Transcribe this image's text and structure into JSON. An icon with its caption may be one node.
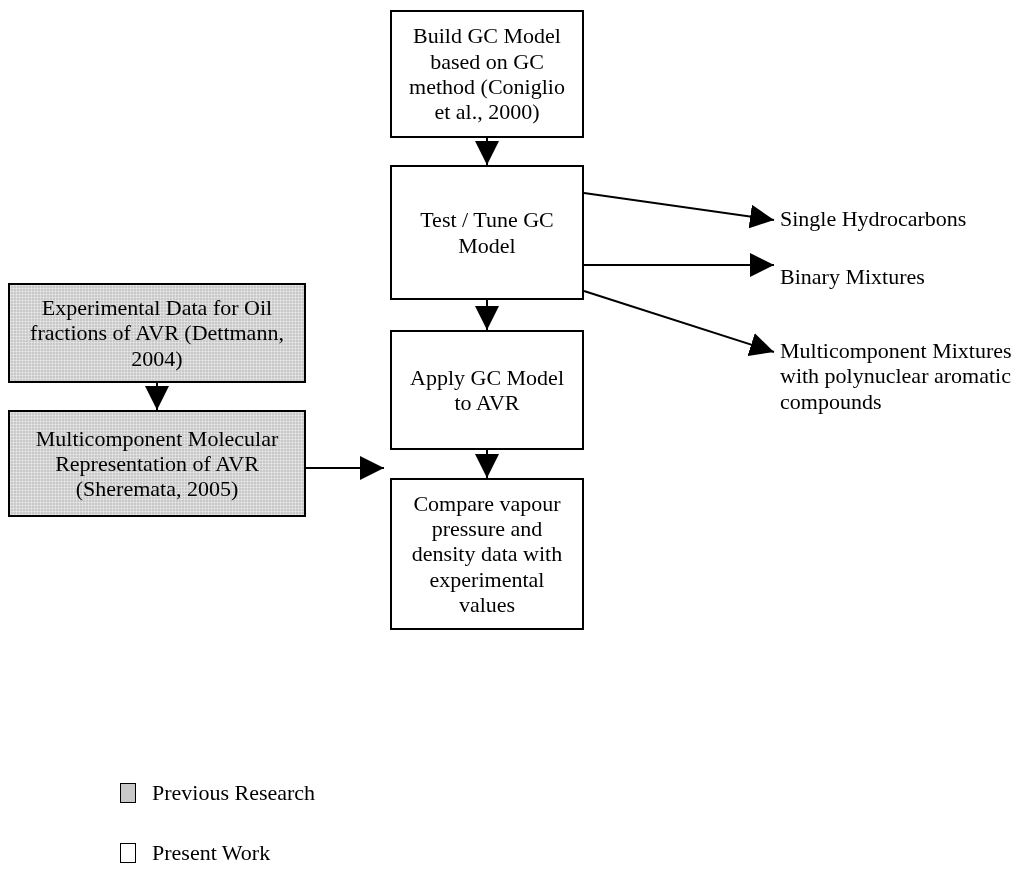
{
  "diagram": {
    "nodes": [
      {
        "text": [
          "Build GC Model based on GC method (Coniglio et al., 2000)"
        ]
      },
      {
        "text": [
          "Test / Tune GC Model"
        ]
      },
      {
        "text": [
          "Single Hydrocarbons"
        ]
      },
      {
        "text": [
          "Binary Mixtures"
        ]
      },
      {
        "text": [
          "Multicomponent Mixtures with polynuclear aromatic compounds"
        ]
      },
      {
        "text": [
          "Experimental Data for Oil fractions of AVR (Dettmann, 2004)"
        ]
      },
      {
        "text": [
          "Multicomponent Molecular Representation of AVR (Sheremata, 2005)"
        ]
      },
      {
        "text": [
          "Apply GC Model to AVR"
        ]
      },
      {
        "text": [
          "Compare vapour pressure and density data with experimental values"
        ]
      }
    ],
    "edges": [
      {
        "from": 0,
        "to": 1,
        "arrow": "to"
      },
      {
        "from": 1,
        "to": 2,
        "arrow": "to"
      },
      {
        "from": 1,
        "to": 3,
        "arrow": "to"
      },
      {
        "from": 1,
        "to": 4,
        "arrow": "to"
      },
      {
        "from": 1,
        "to": 7,
        "arrow": "to"
      },
      {
        "from": 5,
        "to": 6,
        "arrow": "to"
      },
      {
        "from": 6,
        "to": 7,
        "arrow": "to"
      },
      {
        "from": 7,
        "to": 8,
        "arrow": "to"
      }
    ],
    "legend": [
      {
        "text": "Previous Research",
        "color": "#c8c8c8"
      },
      {
        "text": "Present Work",
        "color": "#ffffff"
      }
    ]
  }
}
